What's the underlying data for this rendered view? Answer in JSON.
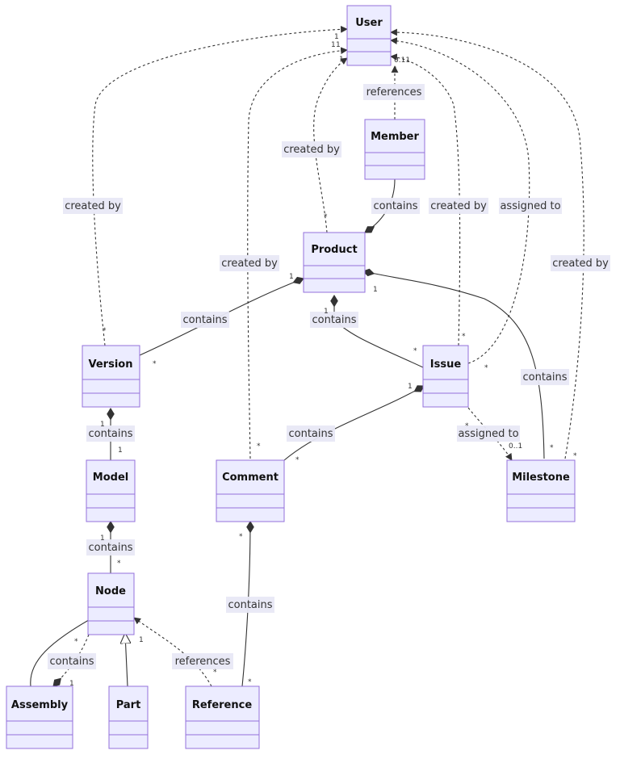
{
  "classes": {
    "user": "User",
    "member": "Member",
    "product": "Product",
    "version": "Version",
    "issue": "Issue",
    "model": "Model",
    "comment": "Comment",
    "milestone": "Milestone",
    "node": "Node",
    "assembly": "Assembly",
    "part": "Part",
    "reference": "Reference"
  },
  "labels": {
    "references": "references",
    "created_by": "created by",
    "contains": "contains",
    "assigned_to": "assigned to"
  },
  "cardinalities": {
    "one": "1",
    "many": "*",
    "zero_or_one": "0..1",
    "zero_one_one": "0.11"
  },
  "colors": {
    "class_fill": "#ECECFF",
    "class_stroke": "#9370DB",
    "edge": "#333333",
    "label_bg": "#E8E8F6"
  }
}
